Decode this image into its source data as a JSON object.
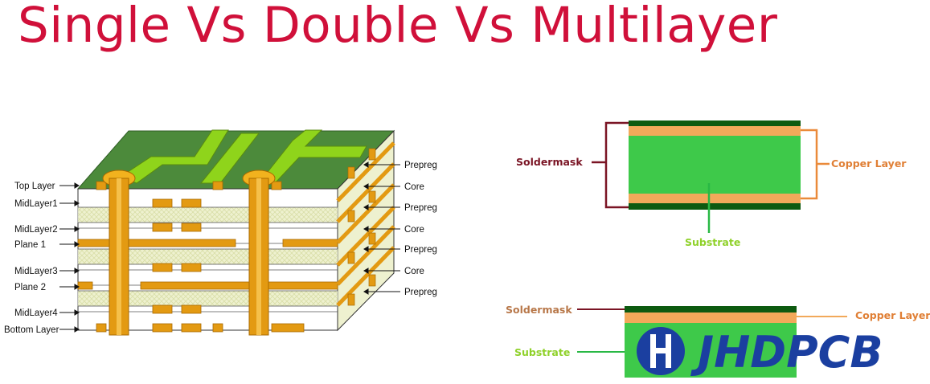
{
  "title": "Single Vs Double Vs Multilayer",
  "multilayer": {
    "left_labels": [
      "Top Layer",
      "MidLayer1",
      "MidLayer2",
      "Plane 1",
      "MidLayer3",
      "Plane 2",
      "MidLayer4",
      "Bottom Layer"
    ],
    "right_labels": [
      "Prepreg",
      "Core",
      "Prepreg",
      "Core",
      "Prepreg",
      "Core",
      "Prepreg"
    ]
  },
  "double_sided": {
    "soldermask": "Soldermask",
    "copper": "Copper Layer",
    "substrate": "Substrate"
  },
  "single_sided": {
    "soldermask": "Soldermask",
    "copper": "Copper Layer",
    "substrate": "Substrate"
  },
  "brand": "JHDPCB",
  "colors": {
    "title": "#d0103a",
    "board_green": "#4a8a3a",
    "trace_green": "#8fd41b",
    "copper": "#e39a12",
    "prepreg": "#eaeec8",
    "soldermask_dark": "#0d5a10",
    "copper_layer": "#f2a95a",
    "substrate": "#3ec94a",
    "maroon": "#7a1424",
    "substrate_label": "#8fd12a",
    "brand_blue": "#1b3fa0"
  }
}
